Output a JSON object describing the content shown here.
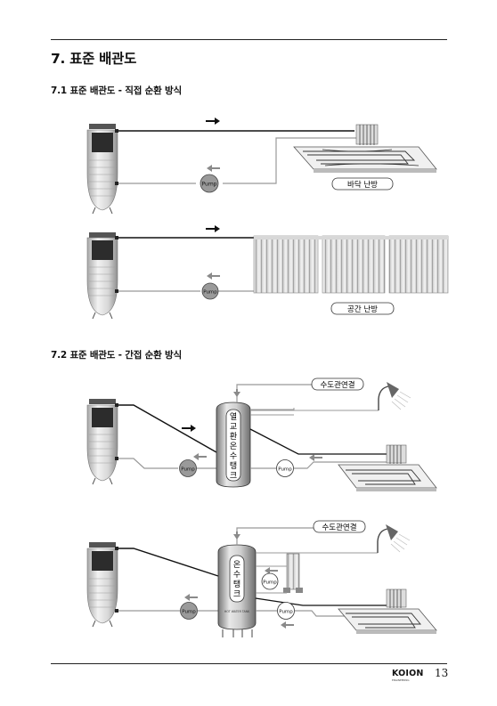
{
  "page": {
    "title": "7. 표준 배관도",
    "page_number": "13",
    "brand": "KOIO͏N",
    "brand_sub": "ENGINEERING"
  },
  "sections": [
    {
      "heading": "7.1 표준 배관도 - 직접 순환 방식",
      "diagrams": [
        {
          "pump_label": "Pump",
          "load_label": "바닥 난방"
        },
        {
          "pump_label": "Pump",
          "load_label": "공간 난방"
        }
      ]
    },
    {
      "heading": "7.2 표준 배관도 - 간접 순환 방식",
      "diagrams": [
        {
          "tank_label_chars": [
            "열",
            "교",
            "환",
            "온",
            "수",
            "탱",
            "크"
          ],
          "pump_labels": [
            "Pump",
            "Pump"
          ],
          "water_label": "수도관연결"
        },
        {
          "tank_label_chars": [
            "온",
            "수",
            "탱",
            "크"
          ],
          "tank_plate": "HOT WATER TANK",
          "pump_labels": [
            "Pump",
            "Pump"
          ],
          "water_label": "수도관연결"
        }
      ]
    }
  ],
  "colors": {
    "supply_line": "#111111",
    "return_line": "#9a9a9a",
    "pump_fill": "#9a9a9a",
    "arrow_return": "#8a8a8a"
  }
}
